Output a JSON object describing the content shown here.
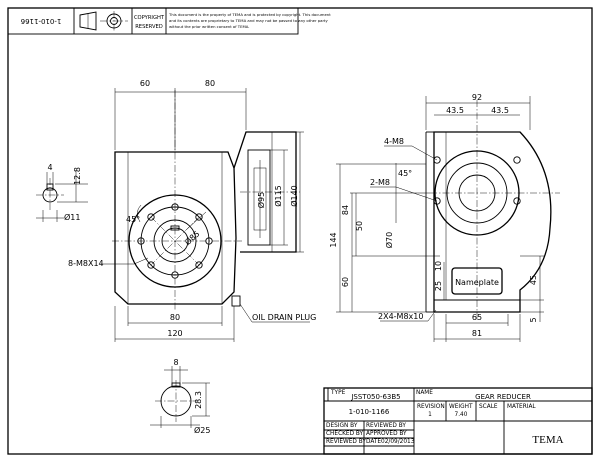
{
  "header": {
    "drawing_number": "1-010-1166",
    "copyright_label": "COPYRIGHT",
    "reserved_label": "RESERVED",
    "notice_line1": "This document is the property of TEMA and is protected by copyright. This document",
    "notice_line2": "and its contents are proprietary to TEMA and may not be passed to any other party",
    "notice_line3": "without the prior written consent of TEMA."
  },
  "front_view": {
    "dim_top_left": "60",
    "dim_top_right": "80",
    "dim_bottom_inner": "80",
    "dim_bottom_outer": "120",
    "dia_95": "Ø95",
    "dia_115": "Ø115",
    "dia_140": "Ø140",
    "dia_85": "Ø85",
    "angle": "45°",
    "holes_label": "8-M8X14",
    "drain_label": "OIL DRAIN PLUG"
  },
  "shaft_detail": {
    "dim_12_8": "12.8",
    "dim_4": "4",
    "dia_11": "Ø11"
  },
  "side_view": {
    "dim_92": "92",
    "dim_43_5_left": "43.5",
    "dim_43_5_right": "43.5",
    "holes_4m8": "4-M8",
    "holes_2m8": "2-M8",
    "angle": "45°",
    "dim_144": "144",
    "dim_84": "84",
    "dim_50": "50",
    "dim_60": "60",
    "dia_70": "Ø70",
    "dim_25": "25",
    "dim_10": "10",
    "dim_45": "45",
    "dim_5": "5",
    "dim_65": "65",
    "dim_81": "81",
    "foot_holes": "2X4-M8x10",
    "nameplate": "Nameplate"
  },
  "bore_detail": {
    "dim_8": "8",
    "dim_28_3": "28.3",
    "dia_25": "Ø25"
  },
  "title_block": {
    "type_label": "TYPE",
    "type_value": "JSST050-63B5",
    "name_label": "NAME",
    "name_value": "GEAR REDUCER",
    "part_number": "1-010-1166",
    "revision_label": "REVISION",
    "revision_value": "1",
    "weight_label": "WEIGHT",
    "weight_value": "7.40",
    "scale_label": "SCALE",
    "material_label": "MATERIAL",
    "design_by_label": "DESIGN BY",
    "checked_by_label": "CHECKED BY",
    "reviewed_by_label": "REVIEWED BY",
    "reviewed_by2_label": "REVIEWED BY",
    "approved_by_label": "APPROVED BY",
    "date_label": "DATE",
    "date_value": "02/09/2013",
    "company": "TEMA"
  }
}
